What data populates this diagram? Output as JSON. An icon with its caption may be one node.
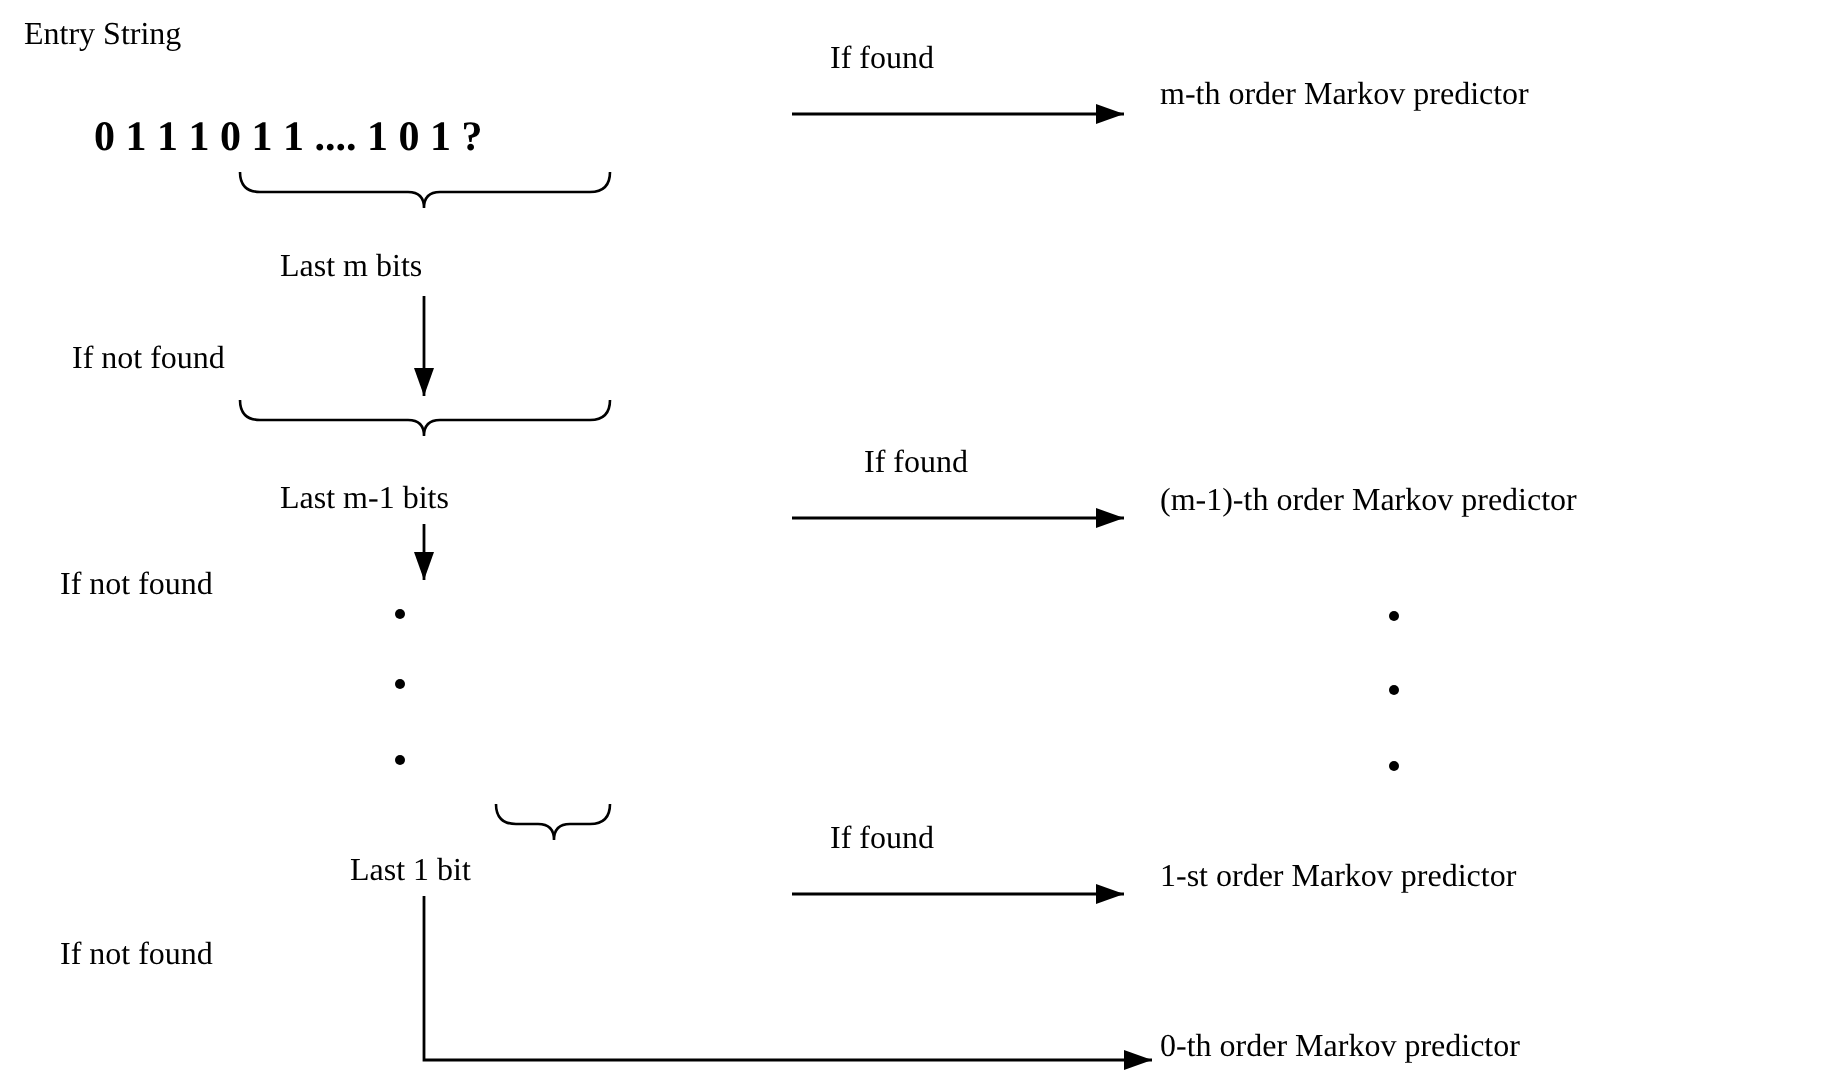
{
  "diagram": {
    "nodes": [
      {
        "text": [
          "0 1 1 1 0 1 1 .... 1 0 1 ?"
        ]
      },
      {
        "text": [
          "Last m bits"
        ]
      },
      {
        "text": [
          "Last m-1 bits"
        ]
      },
      {
        "text": [
          "Last 1 bit"
        ]
      },
      {
        "text": [
          "m-th order Markov predictor"
        ]
      },
      {
        "text": [
          "(m-1)-th order Markov predictor"
        ]
      },
      {
        "text": [
          "1-st order Markov predictor"
        ]
      },
      {
        "text": [
          "0-th order Markov predictor"
        ]
      }
    ],
    "edges": [
      {
        "from": null,
        "to": 4,
        "arrow": "to",
        "label": "If found"
      },
      {
        "from": 1,
        "to": 2,
        "arrow": "to"
      },
      {
        "from": 2,
        "to": null,
        "arrow": "to"
      },
      {
        "from": null,
        "to": 5,
        "arrow": "to",
        "label": "If found"
      },
      {
        "from": null,
        "to": 6,
        "arrow": "to",
        "label": "If found"
      },
      {
        "from": 3,
        "to": 7,
        "arrow": "to"
      }
    ],
    "labels": [
      "Entry String",
      "If not found",
      "If not found",
      "If not found"
    ]
  }
}
